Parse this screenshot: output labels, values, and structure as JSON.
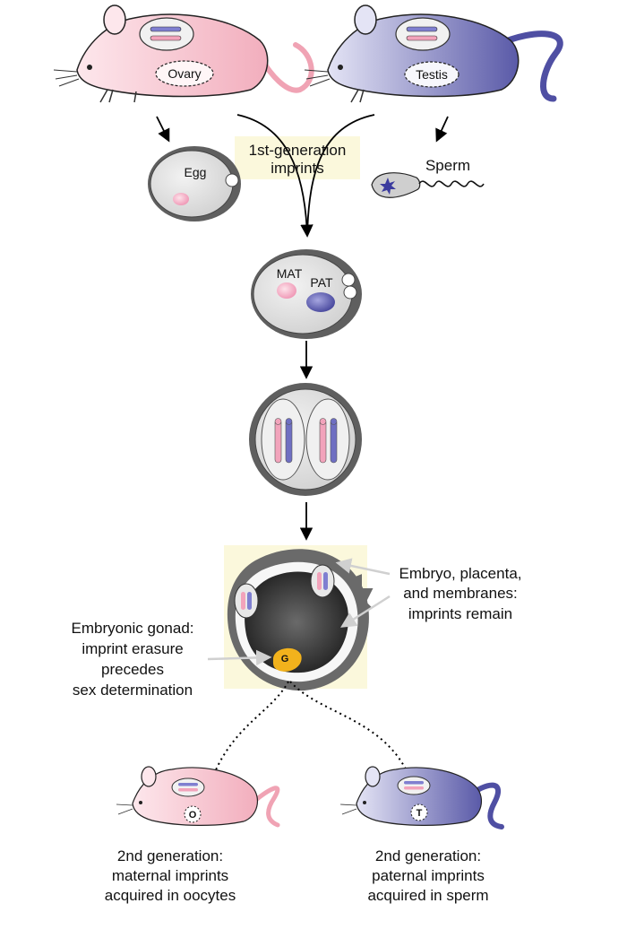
{
  "mouse_female": {
    "organ_label": "Ovary"
  },
  "mouse_male": {
    "organ_label": "Testis"
  },
  "egg": {
    "label": "Egg"
  },
  "sperm": {
    "label": "Sperm"
  },
  "imprints_box": {
    "line1": "1st-generation",
    "line2": "imprints"
  },
  "zygote": {
    "maternal_label": "MAT",
    "paternal_label": "PAT"
  },
  "embryo": {
    "right_note": [
      "Embryo, placenta,",
      "and membranes:",
      "imprints remain"
    ],
    "left_note": [
      "Embryonic gonad:",
      "imprint erasure",
      "precedes",
      "sex determination"
    ],
    "gonad_label": "G"
  },
  "second_gen_female": {
    "gonad_label": "O",
    "caption": [
      "2nd generation:",
      "maternal imprints",
      "acquired in oocytes"
    ]
  },
  "second_gen_male": {
    "gonad_label": "T",
    "caption": [
      "2nd generation:",
      "paternal imprints",
      "acquired in sperm"
    ]
  },
  "colors": {
    "maternal": "#f4a6b8",
    "paternal": "#4f4fa3",
    "gonad": "#f2b21c",
    "highlight_box": "#fbf8dc"
  }
}
